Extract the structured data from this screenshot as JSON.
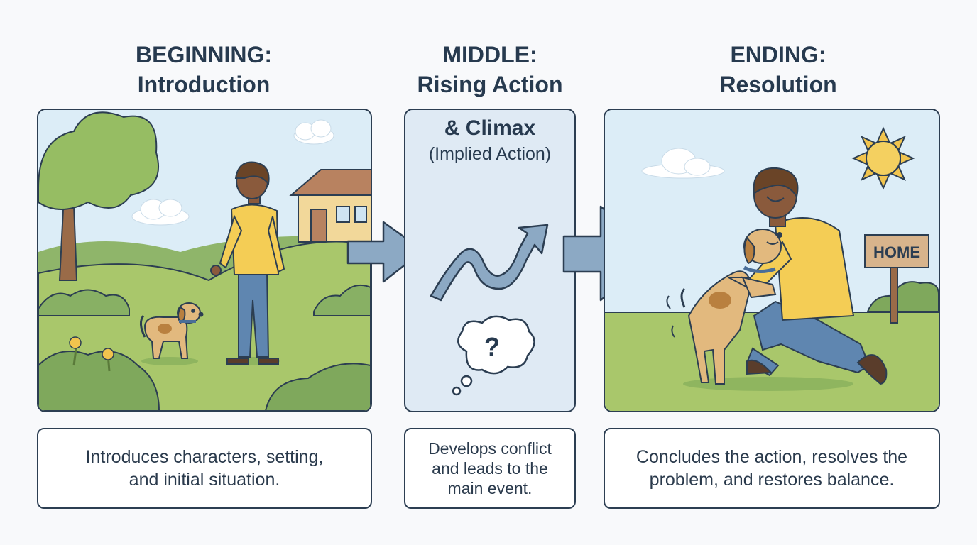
{
  "sections": [
    {
      "heading_line1": "BEGINNING:",
      "heading_line2": "Introduction",
      "caption_line1": "Introduces characters, setting,",
      "caption_line2": "and initial situation."
    },
    {
      "heading_line1": "MIDDLE:",
      "heading_line2": "Rising Action",
      "panel_title": "& Climax",
      "panel_subtitle": "(Implied Action)",
      "caption_line1": "Develops conflict",
      "caption_line2": "and leads to the",
      "caption_line3": "main event."
    },
    {
      "heading_line1": "ENDING:",
      "heading_line2": "Resolution",
      "sign_text": "HOME",
      "caption_line1": "Concludes the action, resolves the",
      "caption_line2": "problem, and restores balance."
    }
  ],
  "icons": {
    "question": "?"
  },
  "colors": {
    "sky": "#dcedf7",
    "grass": "#a9c76b",
    "outline": "#2c3e52",
    "arrow": "#8ca9c4",
    "shirt": "#f4cd55",
    "pants": "#5f86b0",
    "middle_panel": "#dfeaf4"
  }
}
